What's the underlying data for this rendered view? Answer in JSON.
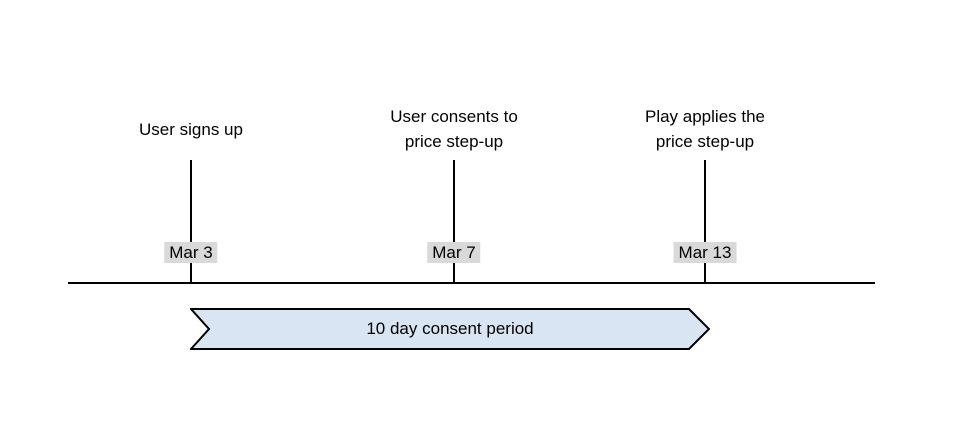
{
  "diagram": {
    "events": [
      {
        "title": "User signs up",
        "title_lines": [
          "User signs up"
        ],
        "date": "Mar 3"
      },
      {
        "title": "User consents to price step-up",
        "title_lines": [
          "User consents to",
          "price step-up"
        ],
        "date": "Mar 7"
      },
      {
        "title": "Play applies the price step-up",
        "title_lines": [
          "Play applies the",
          "price step-up"
        ],
        "date": "Mar 13"
      }
    ],
    "banner": {
      "label": "10 day consent period"
    },
    "colors": {
      "background": "#ffffff",
      "line": "#000000",
      "text": "#000000",
      "date_label_bg": "#d9d9d9",
      "banner_fill": "#d9e5f2",
      "banner_border": "#000000"
    }
  }
}
